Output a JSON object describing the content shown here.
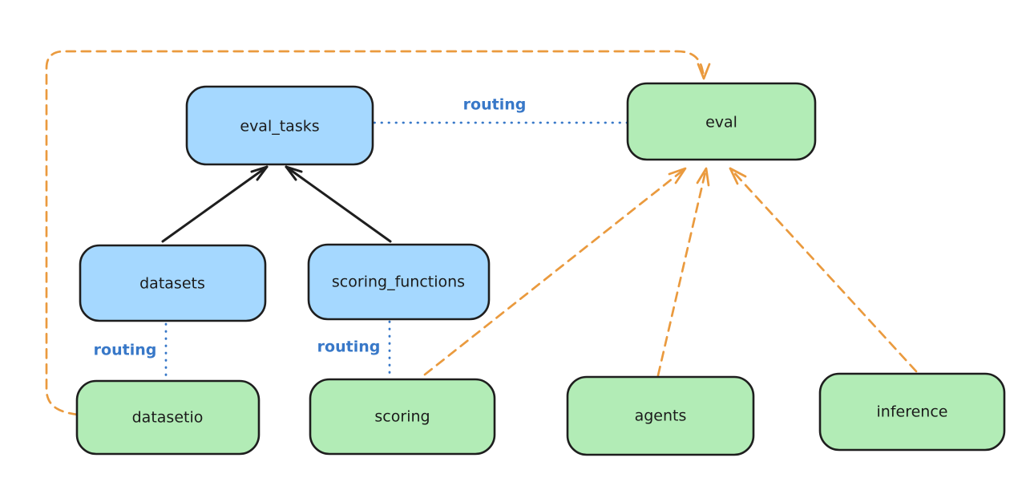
{
  "diagram": {
    "nodes": {
      "eval_tasks": {
        "label": "eval_tasks",
        "fill": "#a5d8ff"
      },
      "eval": {
        "label": "eval",
        "fill": "#b2ecb6"
      },
      "datasets": {
        "label": "datasets",
        "fill": "#a5d8ff"
      },
      "scoring_functions": {
        "label": "scoring_functions",
        "fill": "#a5d8ff"
      },
      "datasetio": {
        "label": "datasetio",
        "fill": "#b2ecb6"
      },
      "scoring": {
        "label": "scoring",
        "fill": "#b2ecb6"
      },
      "agents": {
        "label": "agents",
        "fill": "#b2ecb6"
      },
      "inference": {
        "label": "inference",
        "fill": "#b2ecb6"
      }
    },
    "edge_labels": {
      "routing_top": "routing",
      "routing_left": "routing",
      "routing_mid": "routing"
    },
    "edges": [
      {
        "from": "datasets",
        "to": "eval_tasks",
        "style": "solid-black-arrow"
      },
      {
        "from": "scoring_functions",
        "to": "eval_tasks",
        "style": "solid-black-arrow"
      },
      {
        "from": "eval_tasks",
        "to": "eval",
        "style": "dotted-blue",
        "label": "routing"
      },
      {
        "from": "datasets",
        "to": "datasetio",
        "style": "dotted-blue",
        "label": "routing"
      },
      {
        "from": "scoring_functions",
        "to": "scoring",
        "style": "dotted-blue",
        "label": "routing"
      },
      {
        "from": "datasetio",
        "to": "eval",
        "style": "dashed-orange-arrow"
      },
      {
        "from": "scoring",
        "to": "eval",
        "style": "dashed-orange-arrow"
      },
      {
        "from": "agents",
        "to": "eval",
        "style": "dashed-orange-arrow"
      },
      {
        "from": "inference",
        "to": "eval",
        "style": "dashed-orange-arrow"
      }
    ],
    "colors": {
      "background": "#ffffff",
      "node_border": "#1e1e1e",
      "blue_fill": "#a5d8ff",
      "green_fill": "#b2ecb6",
      "routing_blue": "#3878c8",
      "orange": "#ea9a3e",
      "black_arrow": "#1e1e1e"
    }
  }
}
